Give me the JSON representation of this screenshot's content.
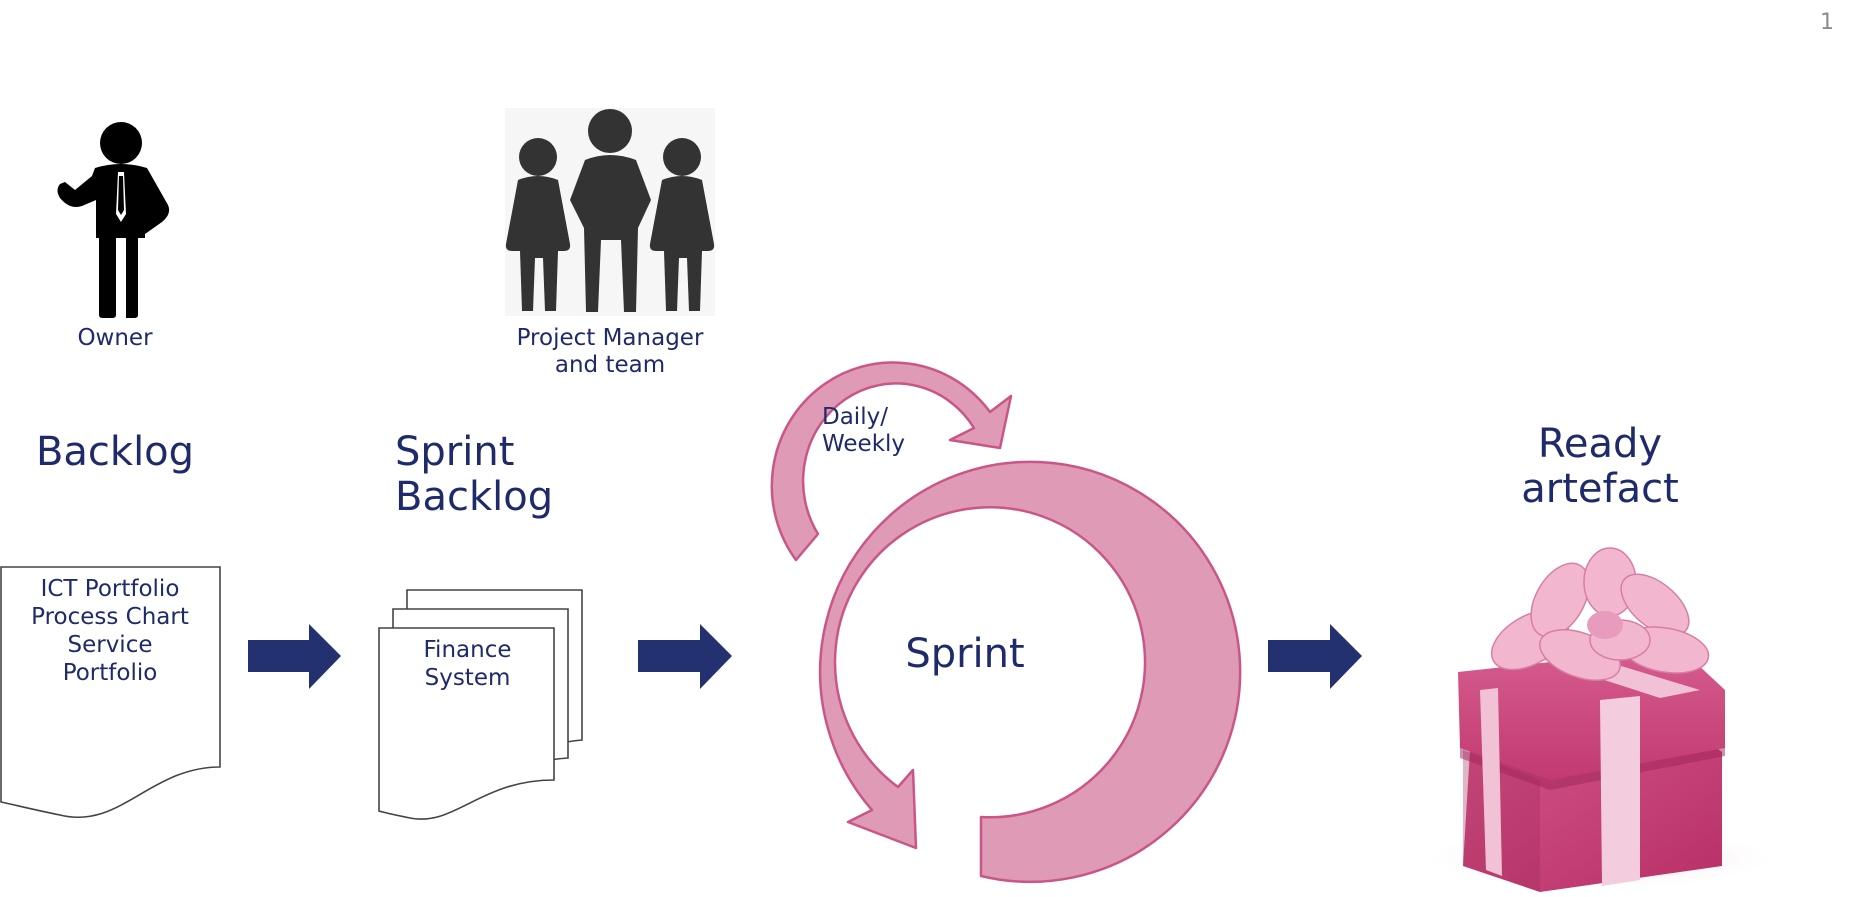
{
  "page_number": "1",
  "roles": {
    "owner_label": "Owner",
    "team_label": "Project Manager\nand team"
  },
  "stages": {
    "backlog_title": "Backlog",
    "sprint_backlog_title": "Sprint\nBacklog",
    "ready_title": "Ready\nartefact"
  },
  "documents": {
    "backlog_doc": "ICT Portfolio\nProcess Chart\nService\nPortfolio",
    "sprint_doc": "Finance\nSystem"
  },
  "cycle": {
    "daily_label": "Daily/\nWeekly",
    "sprint_label": "Sprint"
  },
  "colors": {
    "navy": "#1f2a6b",
    "arrow_fill": "#233170",
    "cycle_fill": "#df9ab5",
    "cycle_stroke": "#c95687",
    "gift_box": "#c63d74",
    "icon_dark": "#333333"
  },
  "icons": [
    "businessman-icon",
    "team-icon",
    "gift-icon"
  ]
}
